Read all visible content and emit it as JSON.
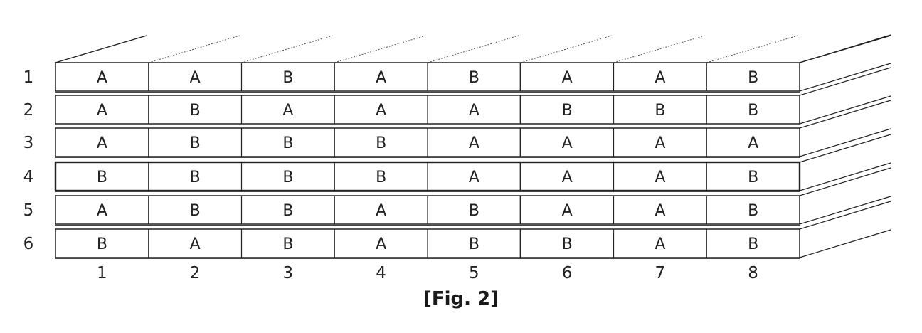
{
  "figure": {
    "caption": "[Fig. 2]",
    "row_labels": [
      "1",
      "2",
      "3",
      "4",
      "5",
      "6"
    ],
    "column_labels": [
      "1",
      "2",
      "3",
      "4",
      "5",
      "6",
      "7",
      "8"
    ],
    "grid": [
      [
        "A",
        "A",
        "B",
        "A",
        "B",
        "A",
        "A",
        "B"
      ],
      [
        "A",
        "B",
        "A",
        "A",
        "A",
        "B",
        "B",
        "B"
      ],
      [
        "A",
        "B",
        "B",
        "B",
        "A",
        "A",
        "A",
        "A"
      ],
      [
        "B",
        "B",
        "B",
        "B",
        "A",
        "A",
        "A",
        "B"
      ],
      [
        "A",
        "B",
        "B",
        "A",
        "B",
        "A",
        "A",
        "B"
      ],
      [
        "B",
        "A",
        "B",
        "A",
        "B",
        "B",
        "A",
        "B"
      ]
    ]
  }
}
